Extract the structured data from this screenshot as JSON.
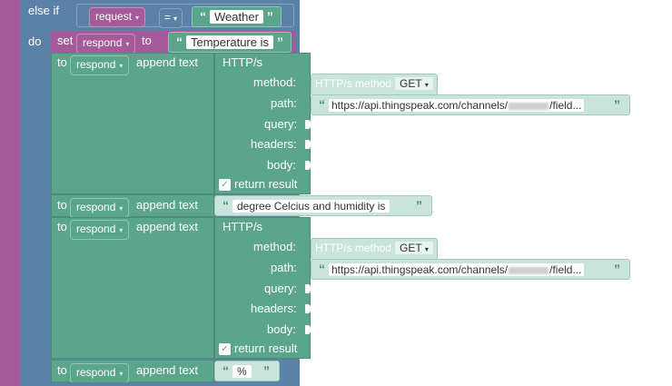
{
  "blocks": {
    "else_if_label": "else if",
    "do_label": "do",
    "condition": {
      "variable": "request",
      "operator": "=",
      "value": "Weather"
    },
    "set_block": {
      "set_label": "set",
      "variable": "respond",
      "to_label": "to",
      "value": "Temperature is"
    },
    "append_blocks": [
      {
        "to_label": "to",
        "variable": "respond",
        "action": "append text"
      },
      {
        "to_label": "to",
        "variable": "respond",
        "action": "append text",
        "text": "degree Celcius and humidity is"
      },
      {
        "to_label": "to",
        "variable": "respond",
        "action": "append text"
      },
      {
        "to_label": "to",
        "variable": "respond",
        "action": "append text",
        "text": "%"
      }
    ],
    "http_blocks": [
      {
        "title": "HTTP/s",
        "method_label": "method:",
        "method_block_label": "HTTP/s method",
        "method_value": "GET",
        "path_label": "path:",
        "path_prefix": "https://api.thingspeak.com/channels/",
        "path_suffix": "/field...",
        "query_label": "query:",
        "headers_label": "headers:",
        "body_label": "body:",
        "return_label": "return result"
      },
      {
        "title": "HTTP/s",
        "method_label": "method:",
        "method_block_label": "HTTP/s method",
        "method_value": "GET",
        "path_label": "path:",
        "path_prefix": "https://api.thingspeak.com/channels/",
        "path_suffix": "/field...",
        "query_label": "query:",
        "headers_label": "headers:",
        "body_label": "body:",
        "return_label": "return result"
      }
    ]
  },
  "colors": {
    "logic_purple": "#a55b99",
    "control_blue": "#5c81a6",
    "text_green": "#5ba58c",
    "string_light": "#c9e4da"
  },
  "icons": {
    "dropdown": "dropdown-arrow-icon",
    "quote_open": "open-quote-icon",
    "quote_close": "close-quote-icon",
    "checkbox": "checkbox-checked-icon"
  }
}
